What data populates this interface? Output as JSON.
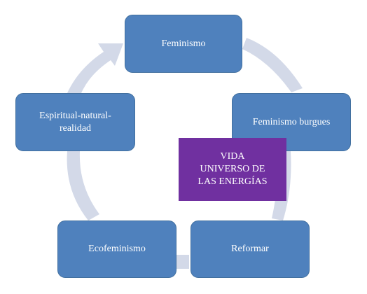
{
  "cycle": {
    "nodes": [
      {
        "label": "Feminismo"
      },
      {
        "label": "Feminismo burgues"
      },
      {
        "label": "Reformar"
      },
      {
        "label": "Ecofeminismo"
      },
      {
        "label": "Espiritual-natural-realidad"
      }
    ]
  },
  "center": {
    "lines": [
      "VIDA",
      "UNIVERSO DE",
      "LAS ENERGÍAS"
    ]
  },
  "colors": {
    "node_fill": "#4f81bd",
    "arrow_fill": "#d3d9e8",
    "center_fill": "#7030a0",
    "text": "#ffffff"
  }
}
